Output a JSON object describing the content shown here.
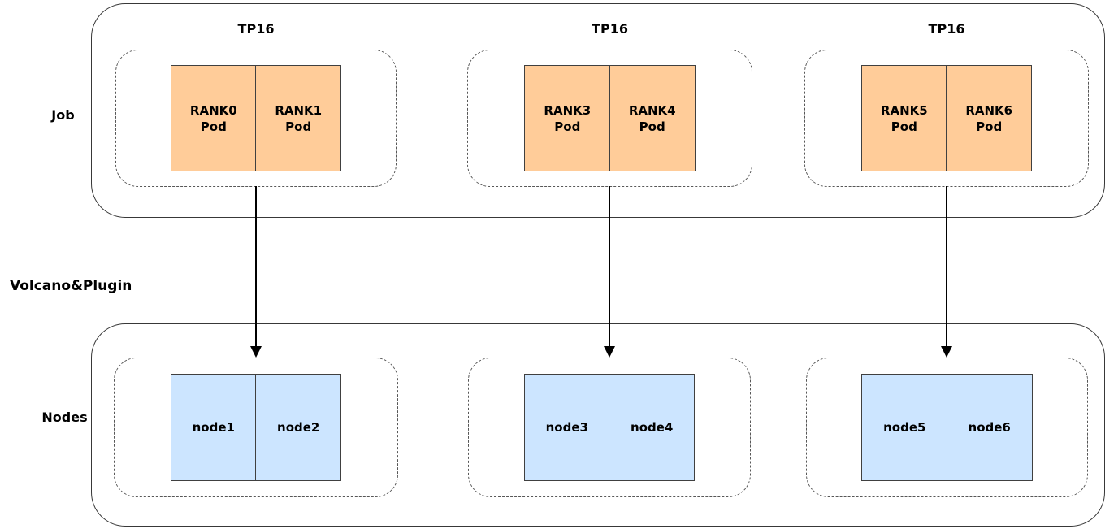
{
  "job": {
    "label": "Job",
    "groups": [
      {
        "title": "TP16",
        "pods": [
          {
            "rank": "RANK0",
            "kind": "Pod"
          },
          {
            "rank": "RANK1",
            "kind": "Pod"
          }
        ]
      },
      {
        "title": "TP16",
        "pods": [
          {
            "rank": "RANK3",
            "kind": "Pod"
          },
          {
            "rank": "RANK4",
            "kind": "Pod"
          }
        ]
      },
      {
        "title": "TP16",
        "pods": [
          {
            "rank": "RANK5",
            "kind": "Pod"
          },
          {
            "rank": "RANK6",
            "kind": "Pod"
          }
        ]
      }
    ]
  },
  "middle": {
    "label": "Volcano&Plugin"
  },
  "nodes": {
    "label": "Nodes",
    "groups": [
      {
        "nodes": [
          "node1",
          "node2"
        ]
      },
      {
        "nodes": [
          "node3",
          "node4"
        ]
      },
      {
        "nodes": [
          "node5",
          "node6"
        ]
      }
    ]
  },
  "colors": {
    "pod_fill": "#ffcc99",
    "node_fill": "#cce5ff",
    "box_border": "#404040",
    "dashed_border": "#575757",
    "container_border": "#383838",
    "arrow": "#000000",
    "background": "#ffffff"
  }
}
